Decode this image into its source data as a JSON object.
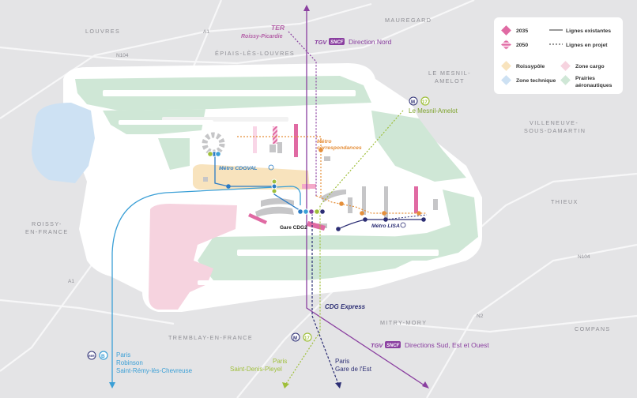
{
  "places": {
    "louvres": "LOUVRES",
    "mauregard": "MAUREGARD",
    "epiais": "ÉPIAIS-LÈS-LOUVRES",
    "mesnil_amelot_1": "LE MESNIL-",
    "mesnil_amelot_2": "AMELOT",
    "villeneuve_1": "VILLENEUVE-",
    "villeneuve_2": "SOUS-DAMARTIN",
    "thieux": "THIEUX",
    "roissy_1": "ROISSY-",
    "roissy_2": "EN-FRANCE",
    "tremblay": "TREMBLAY-EN-FRANCE",
    "mitry_mory": "MITRY-MORY",
    "compans": "COMPANS"
  },
  "roads": {
    "a1_top": "A1",
    "n104_top": "N104",
    "a1_left": "A1",
    "n104_right": "N104",
    "n2": "N2"
  },
  "lines": {
    "ter_name": "TER",
    "ter_dest": "Roissy-Picardie",
    "tgv_badge": "TGV",
    "sncf_badge": "SNCF",
    "tgv_nord": "Direction Nord",
    "tgv_sud": "Directions Sud, Est et Ouest",
    "metro17_label": "Le Mesnil-Amelot",
    "metro17_code": "17",
    "metro_badge": "M",
    "rer_badge": "RER",
    "rer_code": "B",
    "rer_dest_1": "Paris",
    "rer_dest_2": "Robinson",
    "rer_dest_3": "Saint-Rémy-lès-Chevreuse",
    "metro17_dest_1": "Paris",
    "metro17_dest_2": "Saint-Denis-Pleyel",
    "cdg_dest_1": "Paris",
    "cdg_dest_2": "Gare de l'Est",
    "cdg_express": "CDG Express",
    "cdgval": "Métro CDGVAL",
    "correspondances_1": "Métro",
    "correspondances_2": "correspondances",
    "lisa": "Métro LISA",
    "gare": "Gare CDG2"
  },
  "legend": {
    "y2035": "2035",
    "y2050": "2050",
    "existing": "Lignes existantes",
    "planned": "Lignes en projet",
    "roissypole": "Roissypôle",
    "cargo": "Zone cargo",
    "technique": "Zone technique",
    "prairies_1": "Prairies",
    "prairies_2": "aéronautiques"
  },
  "colors": {
    "background": "#e4e4e6",
    "airport": "#ffffff",
    "prairie": "#cfe7d6",
    "cargo": "#f6d3df",
    "technique": "#cde1f3",
    "roissypole": "#f8e3bd",
    "tgv": "#8a3fa0",
    "rer_b": "#3a9fd6",
    "metro17": "#9fbf3a",
    "cdg_express": "#2c2e74",
    "cdgval": "#2a7bc5",
    "orange": "#e58f3a",
    "phase_2035": "#e06aa3"
  }
}
